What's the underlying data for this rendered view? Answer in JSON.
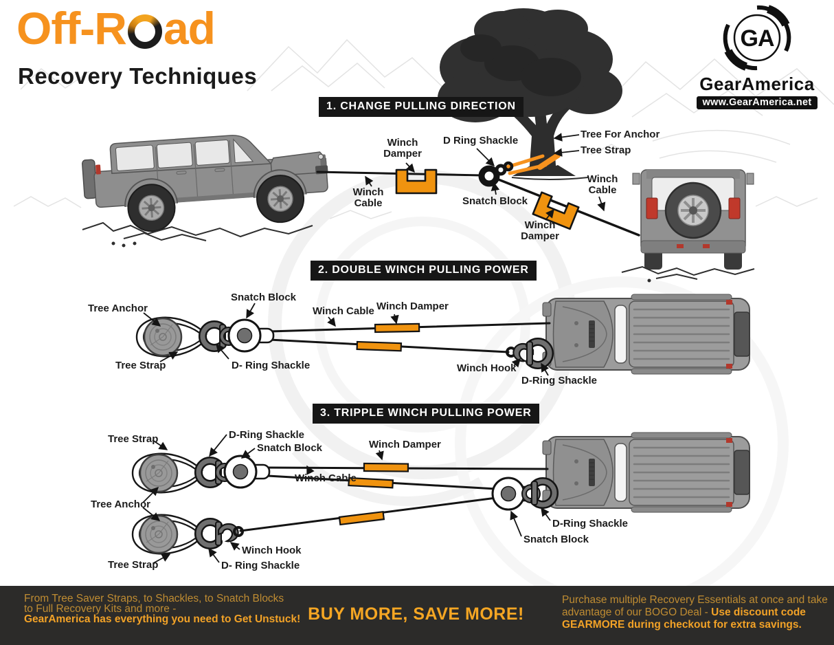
{
  "header": {
    "title_pre": "Off-R",
    "title_post": "ad",
    "title_full": "Off-Road",
    "subtitle": "Recovery Techniques"
  },
  "logo": {
    "monogram": "GA",
    "brand": "GearAmerica",
    "website": "www.GearAmerica.net"
  },
  "sections": {
    "s1": {
      "title": "1. CHANGE PULLING DIRECTION",
      "labels": {
        "winch_damper_left": "Winch Damper",
        "d_ring_shackle": "D Ring Shackle",
        "tree_for_anchor": "Tree For Anchor",
        "tree_strap": "Tree Strap",
        "winch_cable_left": "Winch Cable",
        "snatch_block": "Snatch Block",
        "winch_cable_right": "Winch Cable",
        "winch_damper_right": "Winch Damper"
      }
    },
    "s2": {
      "title": "2. DOUBLE WINCH PULLING POWER",
      "labels": {
        "tree_anchor": "Tree Anchor",
        "snatch_block": "Snatch Block",
        "winch_cable": "Winch Cable",
        "winch_damper": "Winch Damper",
        "tree_strap": "Tree Strap",
        "d_ring_shackle_left": "D- Ring Shackle",
        "winch_hook": "Winch Hook",
        "d_ring_shackle_right": "D-Ring Shackle"
      }
    },
    "s3": {
      "title": "3. TRIPPLE WINCH PULLING POWER",
      "labels": {
        "tree_strap_top": "Tree Strap",
        "d_ring_shackle_top": "D-Ring Shackle",
        "snatch_block_left": "Snatch Block",
        "winch_damper": "Winch Damper",
        "winch_cable": "Winch Cable",
        "tree_anchor": "Tree Anchor",
        "winch_hook": "Winch Hook",
        "d_ring_shackle_bottom": "D- Ring Shackle",
        "tree_strap_bottom": "Tree Strap",
        "d_ring_shackle_jeep": "D-Ring Shackle",
        "snatch_block_jeep": "Snatch Block"
      }
    }
  },
  "footer": {
    "left_line1": "From Tree Saver Straps, to Shackles, to Snatch Blocks",
    "left_line2": "to Full Recovery Kits and more -",
    "left_line3": "GearAmerica has everything you need to Get Unstuck!",
    "center": "BUY MORE, SAVE MORE!",
    "right_line1": "Purchase multiple Recovery Essentials at once and take",
    "right_line2_muted": "advantage of our BOGO Deal - ",
    "right_line2_bold": "Use discount code",
    "right_line3": "GEARMORE during checkout for extra savings."
  },
  "colors": {
    "accent": "#F6921E",
    "damper": "#F0930F",
    "banner_bg": "#161616",
    "footer_bg": "#2C2B29",
    "footer_muted": "#BF8C32",
    "footer_gold": "#F2A227"
  }
}
